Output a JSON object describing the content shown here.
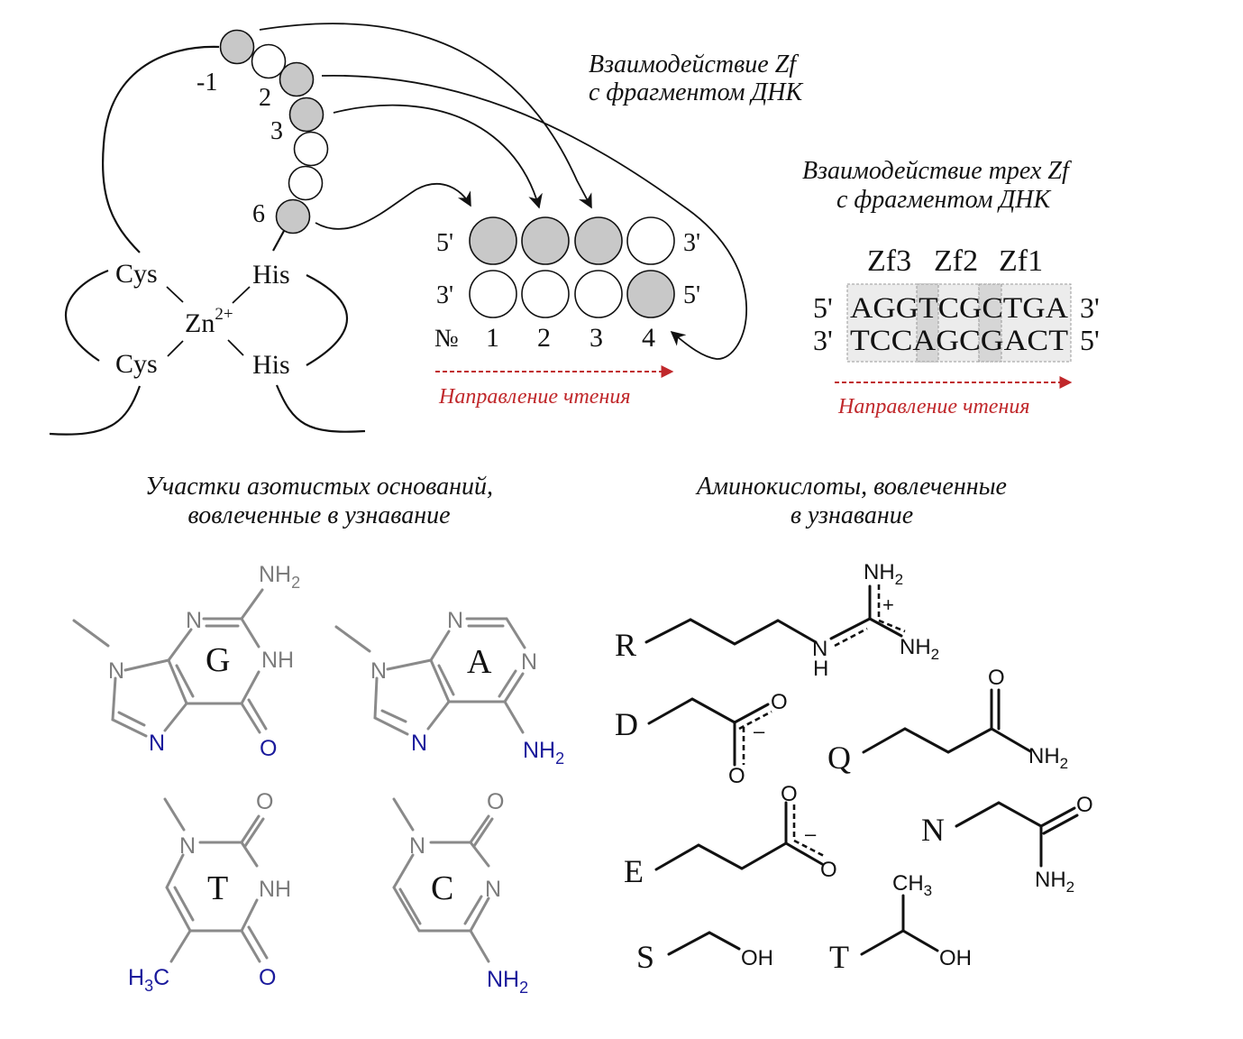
{
  "colors": {
    "filled_residue": "#c8c8c8",
    "empty_residue": "#ffffff",
    "outline": "#111111",
    "reading_direction": "#c0282b",
    "base_bond": "#8a8a8a",
    "recognition_atom": "#1a1a9c",
    "seq_box": "#ececec",
    "seq_overlap": "#d4d4d4"
  },
  "zf_structure": {
    "helix_positions": [
      "-1",
      "2",
      "3",
      "6"
    ],
    "helix_residues_filled": [
      true,
      false,
      true,
      true,
      false,
      false,
      true
    ],
    "metal": "Zn",
    "metal_charge": "2+",
    "ligands": [
      "Cys",
      "His",
      "Cys",
      "His"
    ]
  },
  "single_zf": {
    "title_line1": "Взаимодействие Zf",
    "title_line2": "с фрагментом ДНК",
    "strand_top": {
      "left": "5'",
      "right": "3'",
      "filled": [
        true,
        true,
        true,
        false
      ]
    },
    "strand_bottom": {
      "left": "3'",
      "right": "5'",
      "filled": [
        false,
        false,
        false,
        true
      ]
    },
    "number_label": "№",
    "positions": [
      "1",
      "2",
      "3",
      "4"
    ],
    "direction_label": "Направление чтения"
  },
  "three_zf": {
    "title_line1": "Взаимодействие трех Zf",
    "title_line2": "с фрагментом ДНК",
    "fingers": [
      "Zf3",
      "Zf2",
      "Zf1"
    ],
    "top": {
      "left": "5'",
      "seq": "AGGTCGCTGA",
      "right": "3'"
    },
    "bottom": {
      "left": "3'",
      "seq": "TCCAGCGACT",
      "right": "5'"
    },
    "direction_label": "Направление чтения"
  },
  "bases_section": {
    "title_line1": "Участки азотистых оснований,",
    "title_line2": "вовлеченные в узнавание",
    "bases": [
      {
        "letter": "G",
        "atoms": {
          "nh2": "NH",
          "nh2_sub": "2",
          "n_top": "N",
          "nh": "NH",
          "n9": "N",
          "n7": "N",
          "o": "O"
        }
      },
      {
        "letter": "A",
        "atoms": {
          "n_top": "N",
          "n1": "N",
          "n9": "N",
          "n7": "N",
          "nh2": "NH",
          "nh2_sub": "2"
        }
      },
      {
        "letter": "T",
        "atoms": {
          "o_top": "O",
          "n1": "N",
          "nh": "NH",
          "ch3": "H",
          "ch3_sub": "3",
          "ch3_c": "C",
          "o": "O"
        }
      },
      {
        "letter": "C",
        "atoms": {
          "o_top": "O",
          "n1": "N",
          "n3": "N",
          "nh2": "NH",
          "nh2_sub": "2"
        }
      }
    ]
  },
  "amino_section": {
    "title_line1": "Аминокислоты, вовлеченные",
    "title_line2": "в узнавание",
    "residues": [
      {
        "letter": "R",
        "atoms": {
          "nh2_top": "NH",
          "sub": "2",
          "plus": "+",
          "nh": "N",
          "h": "H",
          "nh2_right": "NH"
        }
      },
      {
        "letter": "D",
        "atoms": {
          "o1": "O",
          "o2": "O",
          "minus": "–"
        }
      },
      {
        "letter": "Q",
        "atoms": {
          "o": "O",
          "nh2": "NH",
          "sub": "2"
        }
      },
      {
        "letter": "E",
        "atoms": {
          "o1": "O",
          "o2": "O",
          "minus": "–"
        }
      },
      {
        "letter": "N",
        "atoms": {
          "o": "O",
          "nh2": "NH",
          "sub": "2"
        }
      },
      {
        "letter": "S",
        "atoms": {
          "oh": "OH"
        }
      },
      {
        "letter": "T",
        "atoms": {
          "ch3": "CH",
          "sub": "3",
          "oh": "OH"
        }
      }
    ]
  }
}
